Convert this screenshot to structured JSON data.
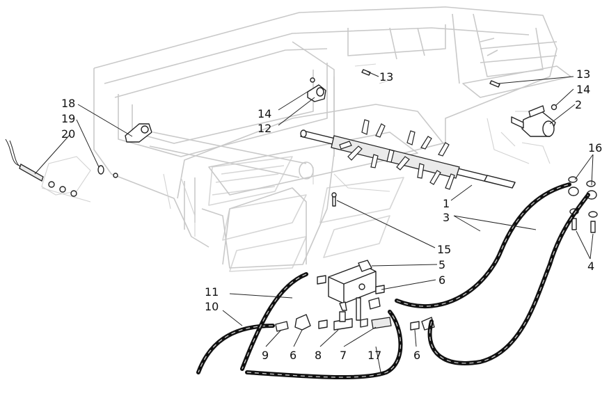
{
  "callouts": {
    "c1": "1",
    "c2": "2",
    "c3": "3",
    "c4": "4",
    "c5": "5",
    "c6a": "6",
    "c6b": "6",
    "c6c": "6",
    "c7": "7",
    "c8": "8",
    "c9": "9",
    "c10": "10",
    "c11": "11",
    "c12": "12",
    "c13a": "13",
    "c13b": "13",
    "c14a": "14",
    "c14b": "14",
    "c15": "15",
    "c16": "16",
    "c17": "17",
    "c18": "18",
    "c19": "19",
    "c20": "20"
  }
}
